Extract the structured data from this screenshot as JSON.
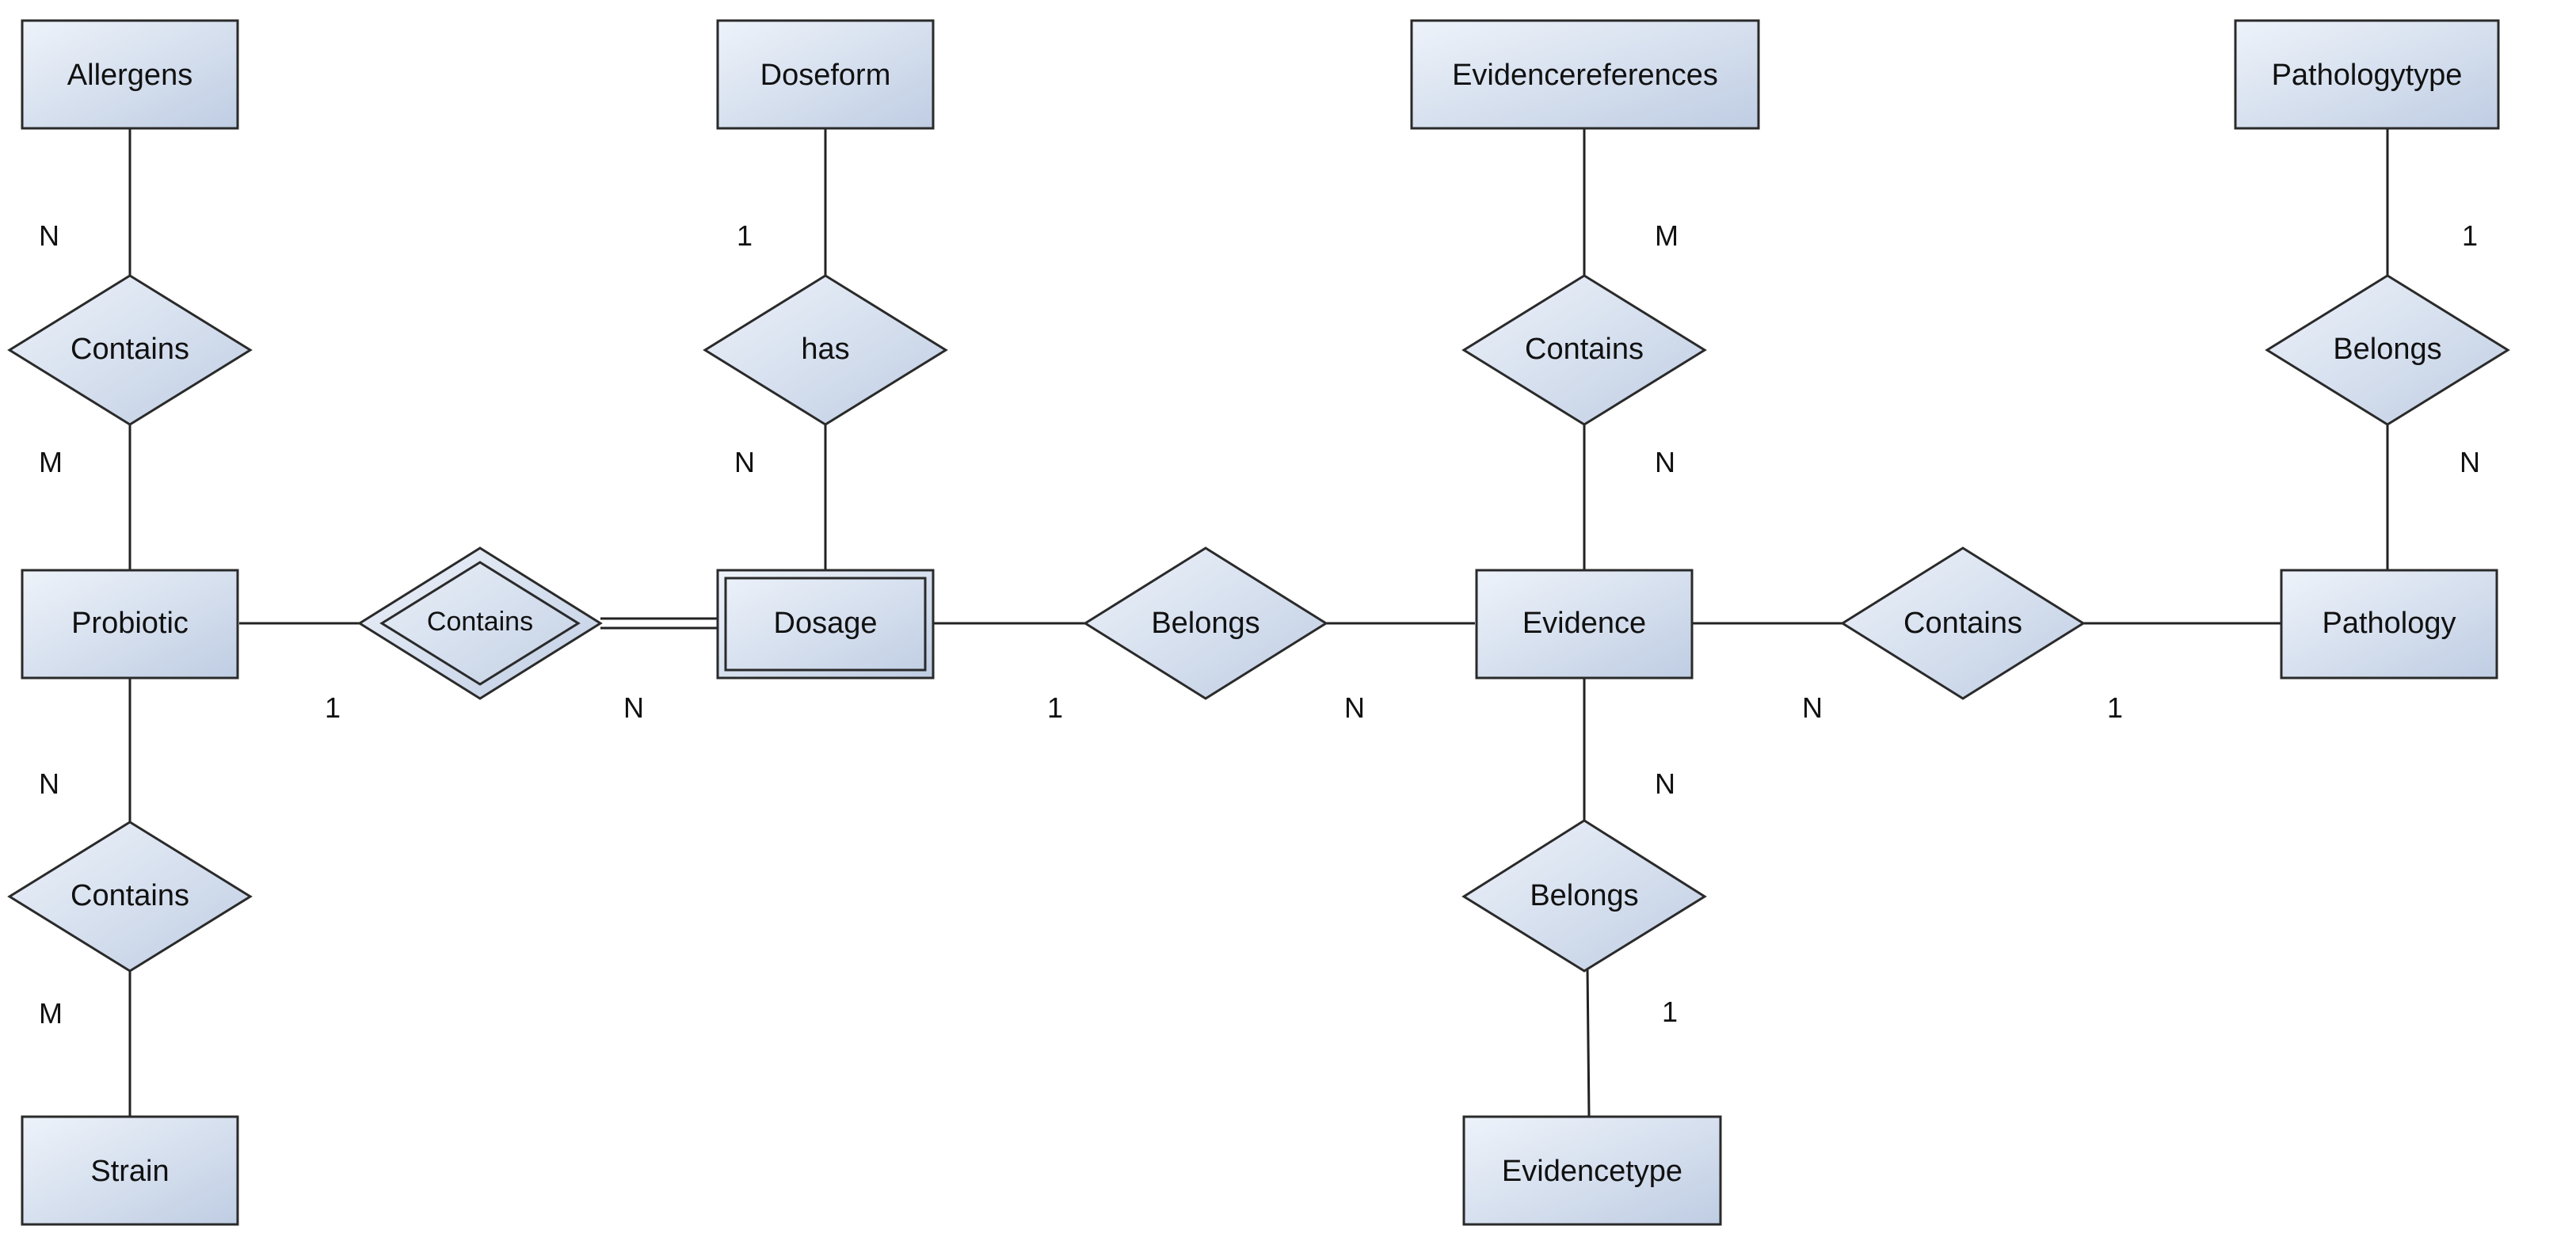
{
  "colors": {
    "fill_light": "#eef3fa",
    "fill_dark": "#bfcde3",
    "stroke": "#2a2a2a",
    "text": "#111111"
  },
  "entities": {
    "allergens": "Allergens",
    "doseform": "Doseform",
    "evidencereferences": "Evidencereferences",
    "pathologytype": "Pathologytype",
    "probiotic": "Probiotic",
    "dosage": "Dosage",
    "evidence": "Evidence",
    "pathology": "Pathology",
    "strain": "Strain",
    "evidencetype": "Evidencetype"
  },
  "relationships": {
    "allergens_probiotic": "Contains",
    "doseform_dosage": "has",
    "evidencereferences_evidence": "Contains",
    "pathologytype_pathology": "Belongs",
    "probiotic_dosage": "Contains",
    "dosage_evidence": "Belongs",
    "evidence_pathology": "Contains",
    "probiotic_strain": "Contains",
    "evidence_evidencetype": "Belongs"
  },
  "cardinalities": {
    "allergens_side": "N",
    "probiotic_allergens_side": "M",
    "doseform_side": "1",
    "dosage_doseform_side": "N",
    "evidencereferences_side": "M",
    "evidence_references_side": "N",
    "pathologytype_side": "1",
    "pathology_type_side": "N",
    "probiotic_dosage_side": "1",
    "dosage_probiotic_side": "N",
    "dosage_evidence_side": "1",
    "evidence_dosage_side": "N",
    "evidence_pathology_side": "N",
    "pathology_evidence_side": "1",
    "probiotic_strain_side": "N",
    "strain_side": "M",
    "evidence_type_side": "N",
    "evidencetype_side": "1"
  }
}
